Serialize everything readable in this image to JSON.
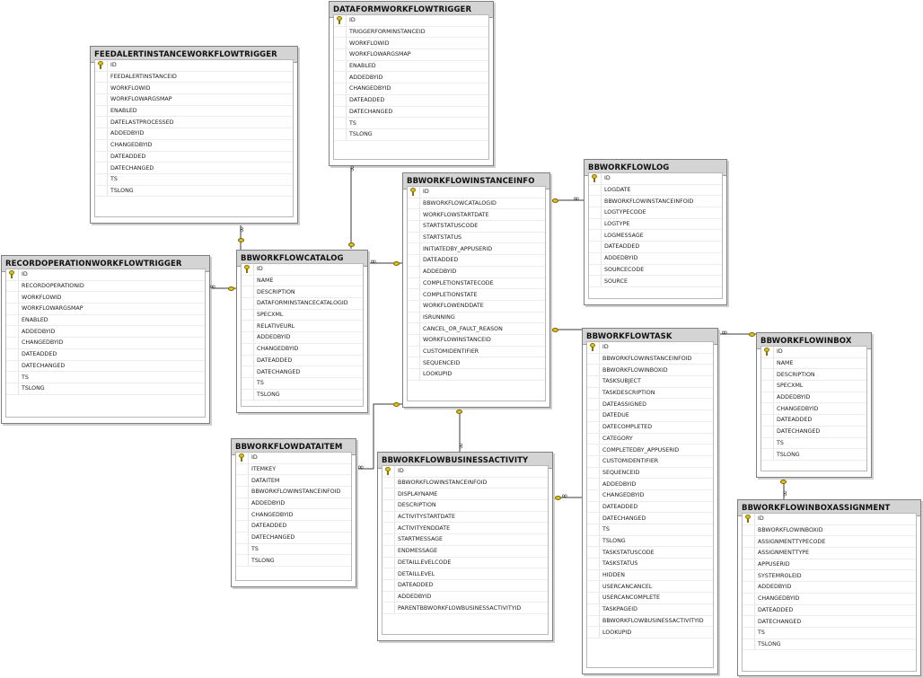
{
  "tables": [
    {
      "id": "dataformworkflowtrigger",
      "name": "DATAFORMWORKFLOWTRIGGER",
      "columns": [
        "ID",
        "TRIGGERFORMINSTANCEID",
        "WORKFLOWID",
        "WORKFLOWARGSMAP",
        "ENABLED",
        "ADDEDBYID",
        "CHANGEDBYID",
        "DATEADDED",
        "DATECHANGED",
        "TS",
        "TSLONG"
      ]
    },
    {
      "id": "feedalertinstanceworkflowtrigger",
      "name": "FEEDALERTINSTANCEWORKFLOWTRIGGER",
      "columns": [
        "ID",
        "FEEDALERTINSTANCEID",
        "WORKFLOWID",
        "WORKFLOWARGSMAP",
        "ENABLED",
        "DATELASTPROCESSED",
        "ADDEDBYID",
        "CHANGEDBYID",
        "DATEADDED",
        "DATECHANGED",
        "TS",
        "TSLONG"
      ]
    },
    {
      "id": "bbworkflowinstanceinfo",
      "name": "BBWORKFLOWINSTANCEINFO",
      "columns": [
        "ID",
        "BBWORKFLOWCATALOGID",
        "WORKFLOWSTARTDATE",
        "STARTSTATUSCODE",
        "STARTSTATUS",
        "INITIATEDBY_APPUSERID",
        "DATEADDED",
        "ADDEDBYID",
        "COMPLETIONSTATECODE",
        "COMPLETIONSTATE",
        "WORKFLOWENDDATE",
        "ISRUNNING",
        "CANCEL_OR_FAULT_REASON",
        "WORKFLOWINSTANCEID",
        "CUSTOMIDENTIFIER",
        "SEQUENCEID",
        "LOOKUPID"
      ]
    },
    {
      "id": "bbworkflowlog",
      "name": "BBWORKFLOWLOG",
      "columns": [
        "ID",
        "LOGDATE",
        "BBWORKFLOWINSTANCEINFOID",
        "LOGTYPECODE",
        "LOGTYPE",
        "LOGMESSAGE",
        "DATEADDED",
        "ADDEDBYID",
        "SOURCECODE",
        "SOURCE"
      ]
    },
    {
      "id": "recordoperationworkflowtrigger",
      "name": "RECORDOPERATIONWORKFLOWTRIGGER",
      "columns": [
        "ID",
        "RECORDOPERATIONID",
        "WORKFLOWID",
        "WORKFLOWARGSMAP",
        "ENABLED",
        "ADDEDBYID",
        "CHANGEDBYID",
        "DATEADDED",
        "DATECHANGED",
        "TS",
        "TSLONG"
      ]
    },
    {
      "id": "bbworkflowcatalog",
      "name": "BBWORKFLOWCATALOG",
      "columns": [
        "ID",
        "NAME",
        "DESCRIPTION",
        "DATAFORMINSTANCECATALOGID",
        "SPECXML",
        "RELATIVEURL",
        "ADDEDBYID",
        "CHANGEDBYID",
        "DATEADDED",
        "DATECHANGED",
        "TS",
        "TSLONG"
      ]
    },
    {
      "id": "bbworkflowtask",
      "name": "BBWORKFLOWTASK",
      "columns": [
        "ID",
        "BBWORKFLOWINSTANCEINFOID",
        "BBWORKFLOWINBOXID",
        "TASKSUBJECT",
        "TASKDESCRIPTION",
        "DATEASSIGNED",
        "DATEDUE",
        "DATECOMPLETED",
        "CATEGORY",
        "COMPLETEDBY_APPUSERID",
        "CUSTOMIDENTIFIER",
        "SEQUENCEID",
        "ADDEDBYID",
        "CHANGEDBYID",
        "DATEADDED",
        "DATECHANGED",
        "TS",
        "TSLONG",
        "TASKSTATUSCODE",
        "TASKSTATUS",
        "HIDDEN",
        "USERCANCANCEL",
        "USERCANCOMPLETE",
        "TASKPAGEID",
        "BBWORKFLOWBUSINESSACTIVITYID",
        "LOOKUPID"
      ]
    },
    {
      "id": "bbworkflowinbox",
      "name": "BBWORKFLOWINBOX",
      "columns": [
        "ID",
        "NAME",
        "DESCRIPTION",
        "SPECXML",
        "ADDEDBYID",
        "CHANGEDBYID",
        "DATEADDED",
        "DATECHANGED",
        "TS",
        "TSLONG"
      ]
    },
    {
      "id": "bbworkflowdataitem",
      "name": "BBWORKFLOWDATAITEM",
      "columns": [
        "ID",
        "ITEMKEY",
        "DATAITEM",
        "BBWORKFLOWINSTANCEINFOID",
        "ADDEDBYID",
        "CHANGEDBYID",
        "DATEADDED",
        "DATECHANGED",
        "TS",
        "TSLONG"
      ]
    },
    {
      "id": "bbworkflowbusinessactivity",
      "name": "BBWORKFLOWBUSINESSACTIVITY",
      "columns": [
        "ID",
        "BBWORKFLOWINSTANCEINFOID",
        "DISPLAYNAME",
        "DESCRIPTION",
        "ACTIVITYSTARTDATE",
        "ACTIVITYENDDATE",
        "STARTMESSAGE",
        "ENDMESSAGE",
        "DETAILLEVELCODE",
        "DETAILLEVEL",
        "DATEADDED",
        "ADDEDBYID",
        "PARENTBBWORKFLOWBUSINESSACTIVITYID"
      ]
    },
    {
      "id": "bbworkflowinboxassignment",
      "name": "BBWORKFLOWINBOXASSIGNMENT",
      "columns": [
        "ID",
        "BBWORKFLOWINBOXID",
        "ASSIGNMENTTYPECODE",
        "ASSIGNMENTTYPE",
        "APPUSERID",
        "SYSTEMROLEID",
        "ADDEDBYID",
        "CHANGEDBYID",
        "DATEADDED",
        "DATECHANGED",
        "TS",
        "TSLONG"
      ]
    }
  ],
  "primary_key_icon": "key-icon",
  "relationship_ends": {
    "one": "key-icon",
    "many": "infinity-icon"
  },
  "colors": {
    "header": "#d4d4d4",
    "border": "#7f7f7f",
    "key": "#e0c020"
  }
}
